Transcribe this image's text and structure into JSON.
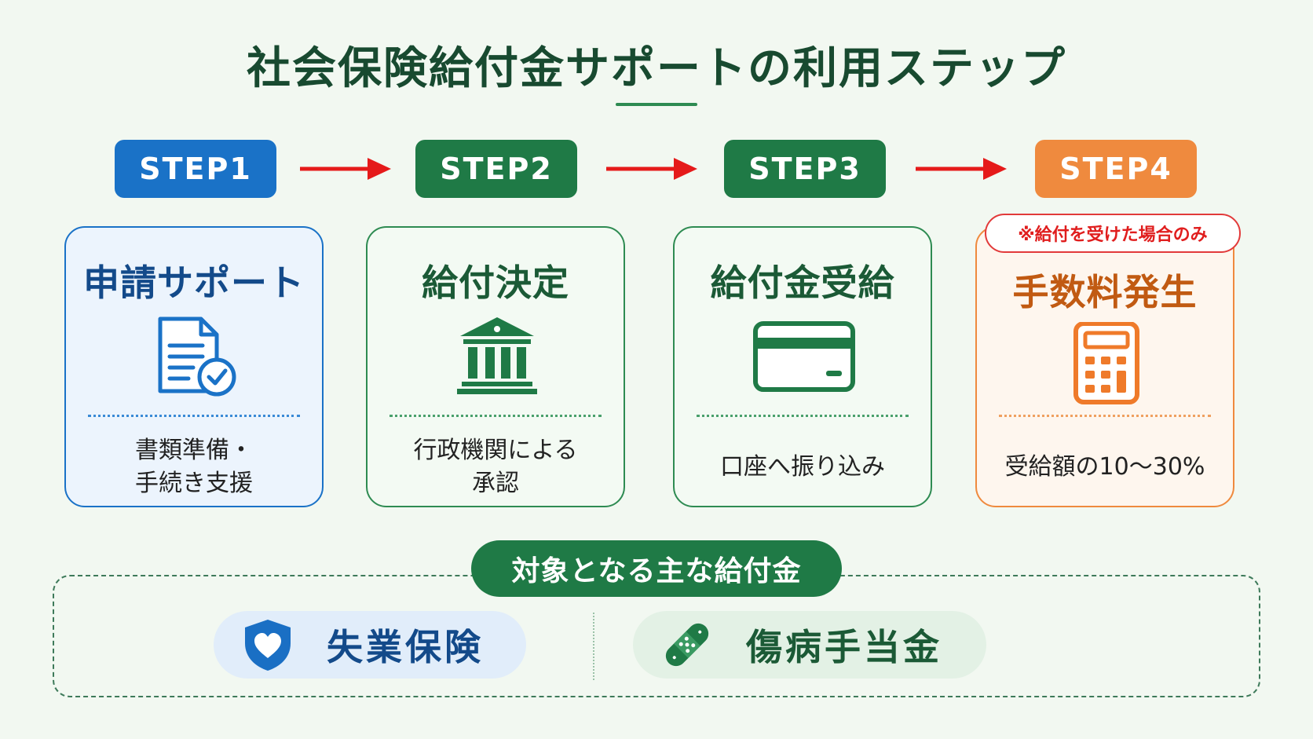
{
  "title": "社会保険給付金サポートの利用ステップ",
  "colors": {
    "title": "#184a30",
    "step1": "#1a72c7",
    "step2": "#1f7a46",
    "step3": "#1f7a46",
    "step4": "#ef8a3e",
    "arrow": "#e51a1a",
    "note": "#e01e1e"
  },
  "steps": [
    {
      "badge": "STEP1",
      "title": "申請サポート",
      "icon": "document-check-icon",
      "description": "書類準備・\n手続き支援"
    },
    {
      "badge": "STEP2",
      "title": "給付決定",
      "icon": "bank-building-icon",
      "description": "行政機関による\n承認"
    },
    {
      "badge": "STEP3",
      "title": "給付金受給",
      "icon": "credit-card-icon",
      "description": "口座へ振り込み"
    },
    {
      "badge": "STEP4",
      "title": "手数料発生",
      "icon": "calculator-icon",
      "description": "受給額の10〜30%",
      "note": "※給付を受けた場合のみ"
    }
  ],
  "benefits_section": {
    "label": "対象となる主な給付金",
    "items": [
      {
        "label": "失業保険",
        "icon": "shield-heart-icon"
      },
      {
        "label": "傷病手当金",
        "icon": "bandage-icon"
      }
    ]
  }
}
